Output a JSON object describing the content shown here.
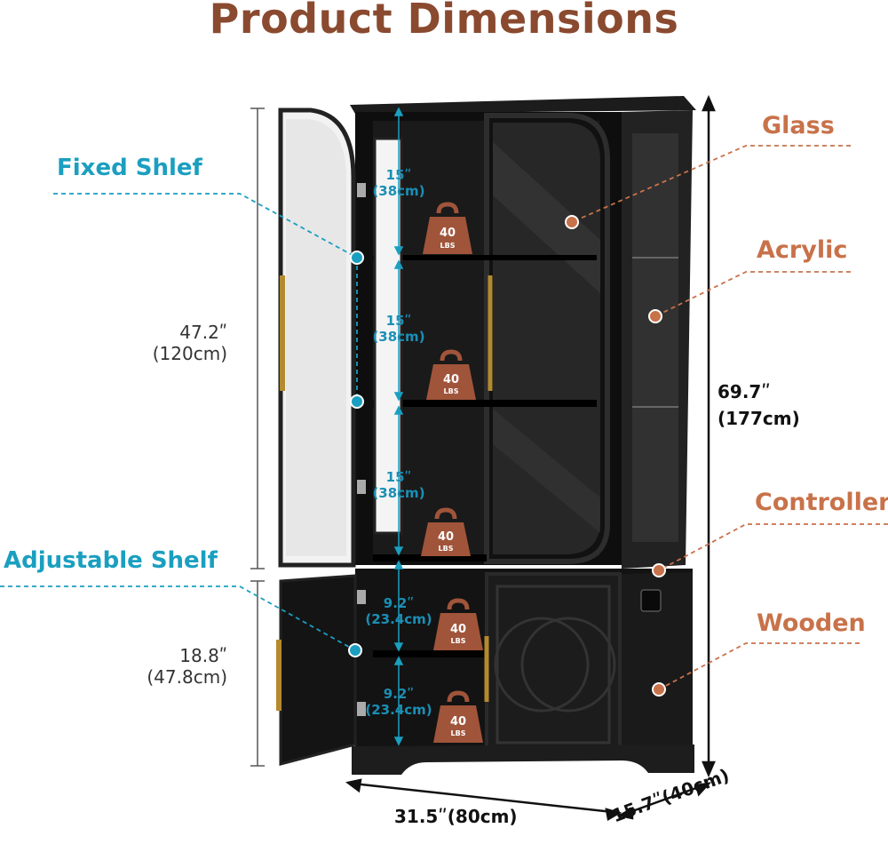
{
  "title": "Product Dimensions",
  "labels": {
    "fixed_shelf": "Fixed Shlef",
    "adjustable_shelf": "Adjustable Shelf",
    "glass": "Glass",
    "acrylic": "Acrylic",
    "controller": "Controller",
    "wooden": "Wooden"
  },
  "dimensions": {
    "upper_height_in": "47.2ʺ",
    "upper_height_cm": "(120cm)",
    "lower_height_in": "18.8ʺ",
    "lower_height_cm": "(47.8cm)",
    "total_height_in": "69.7ʺ",
    "total_height_cm": "(177cm)",
    "width": "31.5ʺ(80cm)",
    "depth": "15.7ʺ(40cm)"
  },
  "shelf_gaps": [
    {
      "inch": "15ʺ",
      "cm": "(38cm)"
    },
    {
      "inch": "15ʺ",
      "cm": "(38cm)"
    },
    {
      "inch": "15ʺ",
      "cm": "(38cm)"
    },
    {
      "inch": "9.2ʺ",
      "cm": "(23.4cm)"
    },
    {
      "inch": "9.2ʺ",
      "cm": "(23.4cm)"
    }
  ],
  "weight_badges": [
    {
      "value": "40",
      "unit": "LBS"
    },
    {
      "value": "40",
      "unit": "LBS"
    },
    {
      "value": "40",
      "unit": "LBS"
    },
    {
      "value": "40",
      "unit": "LBS"
    },
    {
      "value": "40",
      "unit": "LBS"
    }
  ],
  "colors": {
    "title": "#8a4a2f",
    "shelf_label": "#1a9fc0",
    "material_label": "#c8724a",
    "weight_badge": "#a0543a",
    "cabinet": "#161616"
  }
}
